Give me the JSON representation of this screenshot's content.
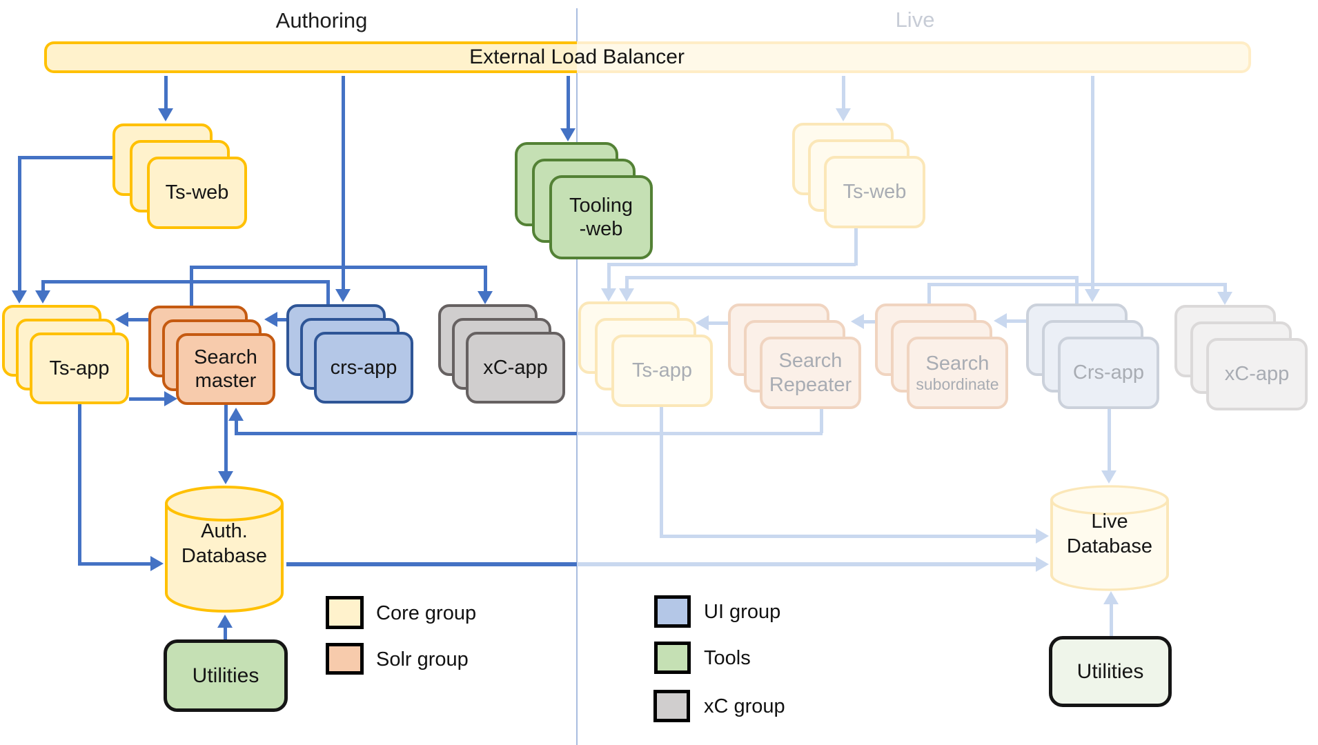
{
  "titles": {
    "authoring": "Authoring",
    "live": "Live"
  },
  "load_balancer": {
    "label": "External Load Balancer"
  },
  "authoring": {
    "ts_web": {
      "label": "Ts-web"
    },
    "tooling_web": {
      "line1": "Tooling",
      "line2": "-web"
    },
    "ts_app": {
      "label": "Ts-app"
    },
    "search_master": {
      "line1": "Search",
      "line2": "master"
    },
    "crs_app": {
      "label": "crs-app"
    },
    "xc_app": {
      "label": "xC-app"
    },
    "auth_db": {
      "line1": "Auth.",
      "line2": "Database"
    },
    "utilities": {
      "label": "Utilities"
    }
  },
  "live": {
    "ts_web": {
      "label": "Ts-web"
    },
    "ts_app": {
      "label": "Ts-app"
    },
    "search_repeater": {
      "line1": "Search",
      "line2": "Repeater"
    },
    "search_subordinate": {
      "line1": "Search",
      "line2": "subordinate"
    },
    "crs_app": {
      "label": "Crs-app"
    },
    "xc_app": {
      "label": "xC-app"
    },
    "live_db": {
      "line1": "Live",
      "line2": "Database"
    },
    "utilities": {
      "label": "Utilities"
    }
  },
  "legend": {
    "items": [
      {
        "label": "Core group",
        "fill": "#FFF2CC",
        "border": "#FFC000"
      },
      {
        "label": "Solr group",
        "fill": "#F7CBAC",
        "border": "#C55A11"
      },
      {
        "label": "UI group",
        "fill": "#B4C7E7",
        "border": "#2E5596"
      },
      {
        "label": "Tools",
        "fill": "#C5E0B4",
        "border": "#538135"
      },
      {
        "label": "xC group",
        "fill": "#D0CECE",
        "border": "#666161"
      }
    ]
  },
  "colors": {
    "arrow_dark": "#4472C4",
    "arrow_faded": "#C9D8EF",
    "divider": "#A9BCE0",
    "core_fill": "#FFF2CC",
    "core_border": "#FFC000",
    "solr_fill": "#F7CBAC",
    "solr_border": "#C55A11",
    "ui_fill": "#B4C7E7",
    "ui_border": "#2E5596",
    "tools_fill": "#C5E0B4",
    "tools_border": "#538135",
    "xc_fill": "#D0CECE",
    "xc_border": "#666161",
    "live_title": "#C7CCD6"
  }
}
